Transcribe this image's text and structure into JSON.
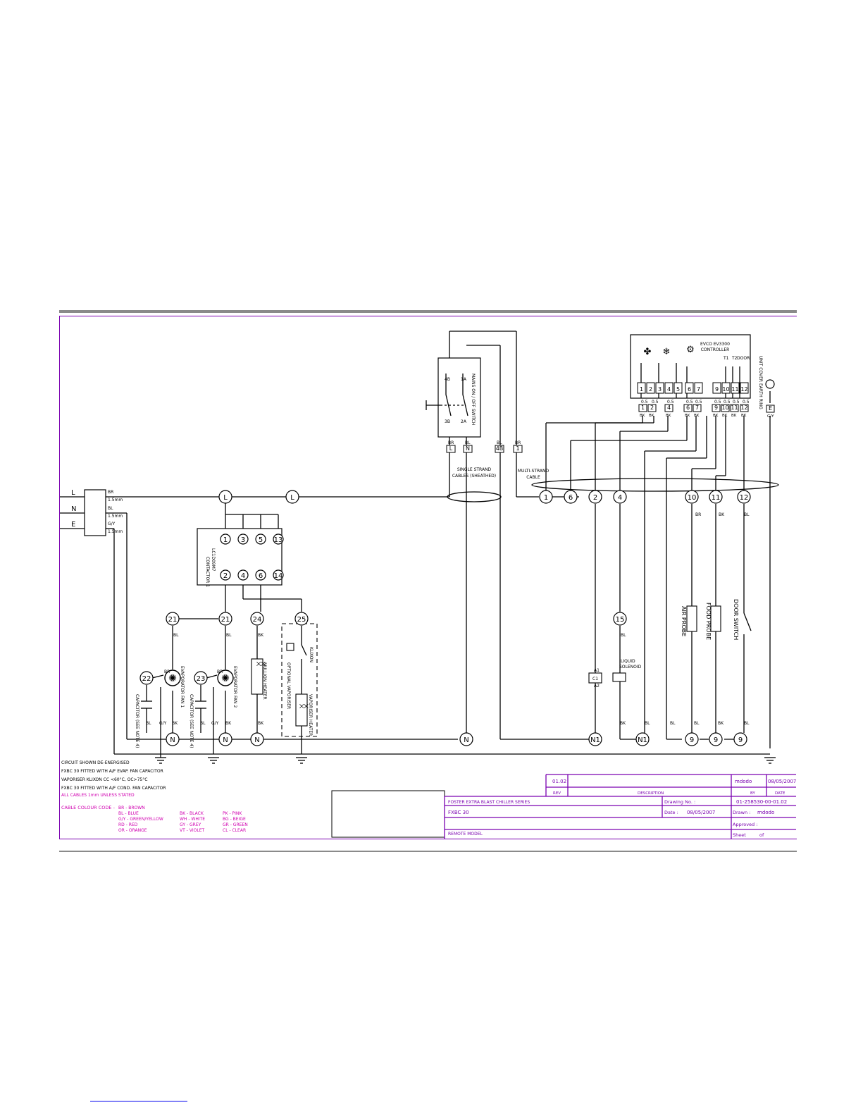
{
  "colors": {
    "wire": "#000000",
    "frame": "#7a00b0",
    "note_magenta": "#d000b0",
    "title_purple": "#7a00b0",
    "rule": "#8a8a8a"
  },
  "supply": {
    "line_labels": [
      "L",
      "N",
      "E"
    ],
    "cable_labels": [
      "BR",
      "1.5mm",
      "BL",
      "1.5mm",
      "G/Y",
      "1.5mm"
    ]
  },
  "mains_switch": {
    "label": "MAINS ON / OFF SWITCH",
    "poles_top": [
      "4B",
      "1A"
    ],
    "poles_bottom": [
      "3B",
      "2A"
    ],
    "colours": [
      "BR",
      "BL",
      "BL",
      "BR"
    ],
    "terminals": [
      "L",
      "N",
      "4B",
      "1"
    ]
  },
  "cables": {
    "single": "SINGLE STRAND CABLES (SHEATHED)",
    "multi": "MULTI-STRAND CABLE"
  },
  "controller": {
    "label": "EVCO EV3300 CONTROLLER",
    "probe_labels": [
      "T1",
      "T2",
      "DOOR"
    ],
    "icon_symbols": [
      "✤",
      "❄",
      "⚙"
    ],
    "top_terminals": [
      "1",
      "2",
      "3",
      "4",
      "5",
      "6",
      "7",
      "9",
      "10",
      "11",
      "12"
    ],
    "cable_sizes": [
      "0.5",
      "0.5",
      "0.5",
      "0.5",
      "0.5",
      "0.5",
      "0.5",
      "0.5",
      "0.5"
    ],
    "bottom_terminals": [
      "1",
      "2",
      "4",
      "6",
      "7",
      "9",
      "10",
      "11",
      "12"
    ],
    "colours": [
      "BK",
      "BK",
      "BK",
      "BK",
      "BK",
      "BK",
      "BK",
      "BK",
      "BK"
    ],
    "earth_label": "UNIT COVER EARTH RING",
    "earth_terminal": "E",
    "earth_colour": "G/Y"
  },
  "nodes": {
    "live": [
      "L",
      "L"
    ],
    "bus": [
      "1",
      "6",
      "2",
      "4",
      "10",
      "11",
      "12"
    ],
    "bottom_row": [
      "N",
      "N",
      "N",
      "N",
      "N1",
      "N1",
      "9",
      "9",
      "9"
    ],
    "branch": [
      "21",
      "21",
      "24",
      "25",
      "15",
      "22",
      "23"
    ]
  },
  "contactor": {
    "label": "CONTACTOR 1 LC1D09M7",
    "top_terminals": [
      "1",
      "3",
      "5",
      "13"
    ],
    "bottom_terminals": [
      "2",
      "4",
      "6",
      "14"
    ]
  },
  "components": {
    "fan1": "EVAPORATOR FAN 1",
    "fan2": "EVAPORATOR FAN 2",
    "cap1": "CAPACITOR (SEE NOTE 4)",
    "cap2": "CAPACITOR (SEE NOTE 4)",
    "mullion": "MULLION HEATER",
    "vaporiser": "OPTIONAL VAPORISER",
    "vaporiser_heater": "VAPORISER HEATER",
    "klixon": "KLIXON",
    "liquid": "LIQUID SOLENOID",
    "coil": "C1",
    "coil_a1": "A1",
    "coil_a2": "A2",
    "air_probe": "AIR PROBE",
    "food_probe": "FOOD PROBE",
    "door_switch": "DOOR SWITCH"
  },
  "wire_colours": {
    "fan1_pair": [
      "BR",
      "G/Y",
      "BK"
    ],
    "fan2_pair": [
      "BR",
      "G/Y",
      "BK"
    ],
    "labels": [
      "BL",
      "BL",
      "BK",
      "BL",
      "BL",
      "BL",
      "BK",
      "BK",
      "BL",
      "BL",
      "BL",
      "BK",
      "BR",
      "BK",
      "BL",
      "BL"
    ]
  },
  "notes": [
    "CIRCUIT SHOWN DE-ENERGISED",
    "FXBC 30 FITTED WITH A/F EVAP. FAN CAPACITOR",
    "VAPORISER KLIXON CC <60°C, OC>75°C",
    "FXBC 30 FITTED WITH A/F COND. FAN CAPACITOR",
    "ALL CABLES 1mm UNLESS STATED"
  ],
  "colour_code": {
    "heading": "CABLE COLOUR CODE -",
    "col1": [
      "BR - BROWN",
      "BL - BLUE",
      "G/Y - GREEN/YELLOW",
      "RD - RED",
      "OR - ORANGE"
    ],
    "col2": [
      "BK - BLACK",
      "WH - WHITE",
      "GY - GREY",
      "VT - VIOLET"
    ],
    "col3": [
      "PK - PINK",
      "BG - BEIGE",
      "GR - GREEN",
      "CL - CLEAR"
    ]
  },
  "title_block": {
    "rev_value": "01.02",
    "rev_by": "mdodo",
    "rev_date": "08/05/2007",
    "rev_label": "REV",
    "desc_label": "DESCRIPTION",
    "by_label": "BY",
    "date_label": "DATE",
    "series": "FOSTER EXTRA BLAST CHILLER SERIES",
    "model": "FXBC 30",
    "variant": "REMOTE MODEL",
    "drawing_label": "Drawing No. :",
    "drawing_no": "01-258530-00-01.02",
    "date_field_label": "Date :",
    "date_value": "08/05/2007",
    "drawn_label": "Drawn :",
    "drawn_value": "mdodo",
    "approved_label": "Approved :",
    "sheet_label": "Sheet",
    "sheet_value": "of"
  }
}
